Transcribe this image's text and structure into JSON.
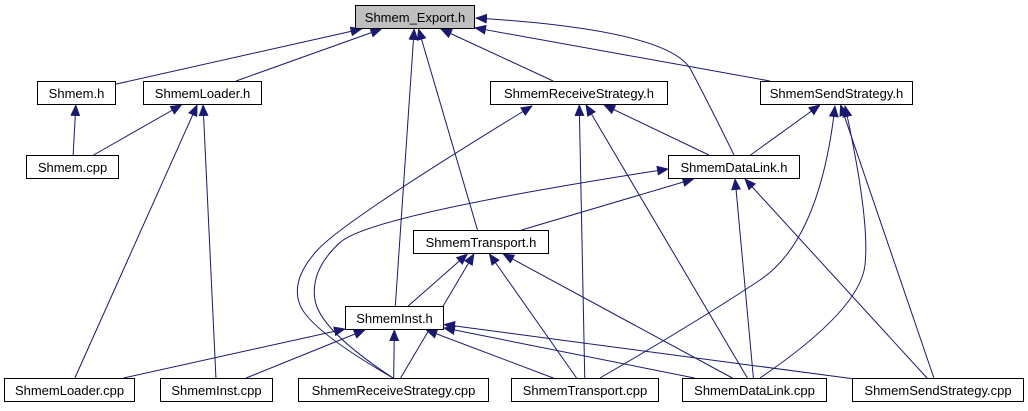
{
  "colors": {
    "edge": "#191970",
    "node_border": "#000000",
    "root_fill": "#bfbfbf",
    "node_fill": "#ffffff"
  },
  "nodes": {
    "shmem_export_h": "Shmem_Export.h",
    "shmem_h": "Shmem.h",
    "shmemloader_h": "ShmemLoader.h",
    "shmemreceivestrategy_h": "ShmemReceiveStrategy.h",
    "shmemsendstrategy_h": "ShmemSendStrategy.h",
    "shmem_cpp": "Shmem.cpp",
    "shmemdatalink_h": "ShmemDataLink.h",
    "shmemtransport_h": "ShmemTransport.h",
    "shmeminst_h": "ShmemInst.h",
    "shmemloader_cpp": "ShmemLoader.cpp",
    "shmeminst_cpp": "ShmemInst.cpp",
    "shmemreceivestrategy_cpp": "ShmemReceiveStrategy.cpp",
    "shmemtransport_cpp": "ShmemTransport.cpp",
    "shmemdatalink_cpp": "ShmemDataLink.cpp",
    "shmemsendstrategy_cpp": "ShmemSendStrategy.cpp"
  },
  "edges": [
    [
      "shmem_h",
      "shmem_export_h"
    ],
    [
      "shmemloader_h",
      "shmem_export_h"
    ],
    [
      "shmeminst_h",
      "shmem_export_h"
    ],
    [
      "shmemtransport_h",
      "shmem_export_h"
    ],
    [
      "shmemreceivestrategy_h",
      "shmem_export_h"
    ],
    [
      "shmemsendstrategy_h",
      "shmem_export_h"
    ],
    [
      "shmemdatalink_h",
      "shmem_export_h"
    ],
    [
      "shmem_cpp",
      "shmem_h"
    ],
    [
      "shmem_cpp",
      "shmemloader_h"
    ],
    [
      "shmemloader_cpp",
      "shmemloader_h"
    ],
    [
      "shmeminst_cpp",
      "shmemloader_h"
    ],
    [
      "shmemdatalink_h",
      "shmemreceivestrategy_h"
    ],
    [
      "shmemreceivestrategy_cpp",
      "shmemreceivestrategy_h"
    ],
    [
      "shmemtransport_cpp",
      "shmemreceivestrategy_h"
    ],
    [
      "shmemdatalink_cpp",
      "shmemreceivestrategy_h"
    ],
    [
      "shmemdatalink_h",
      "shmemsendstrategy_h"
    ],
    [
      "shmemtransport_cpp",
      "shmemsendstrategy_h"
    ],
    [
      "shmemdatalink_cpp",
      "shmemsendstrategy_h"
    ],
    [
      "shmemsendstrategy_cpp",
      "shmemsendstrategy_h"
    ],
    [
      "shmemtransport_h",
      "shmemdatalink_h"
    ],
    [
      "shmemreceivestrategy_cpp",
      "shmemdatalink_h"
    ],
    [
      "shmemdatalink_cpp",
      "shmemdatalink_h"
    ],
    [
      "shmemsendstrategy_cpp",
      "shmemdatalink_h"
    ],
    [
      "shmeminst_h",
      "shmemtransport_h"
    ],
    [
      "shmemreceivestrategy_cpp",
      "shmemtransport_h"
    ],
    [
      "shmemtransport_cpp",
      "shmemtransport_h"
    ],
    [
      "shmemdatalink_cpp",
      "shmemtransport_h"
    ],
    [
      "shmemloader_cpp",
      "shmeminst_h"
    ],
    [
      "shmeminst_cpp",
      "shmeminst_h"
    ],
    [
      "shmemreceivestrategy_cpp",
      "shmeminst_h"
    ],
    [
      "shmemtransport_cpp",
      "shmeminst_h"
    ],
    [
      "shmemdatalink_cpp",
      "shmeminst_h"
    ],
    [
      "shmemsendstrategy_cpp",
      "shmeminst_h"
    ]
  ]
}
